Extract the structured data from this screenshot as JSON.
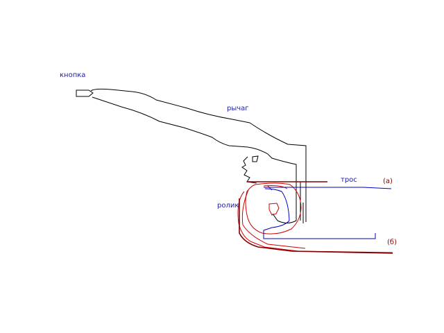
{
  "labels": {
    "button": "кнопка",
    "lever": "рычаг",
    "cable": "трос",
    "roller": "ролик",
    "mark_a": "(а)",
    "mark_b": "(б)"
  },
  "colors": {
    "background": "#ffffff",
    "outline": "#000000",
    "cable": "#0000c0",
    "roller_red": "#d00000",
    "dark_red": "#800000",
    "label_blue": "#1a1aa6"
  }
}
